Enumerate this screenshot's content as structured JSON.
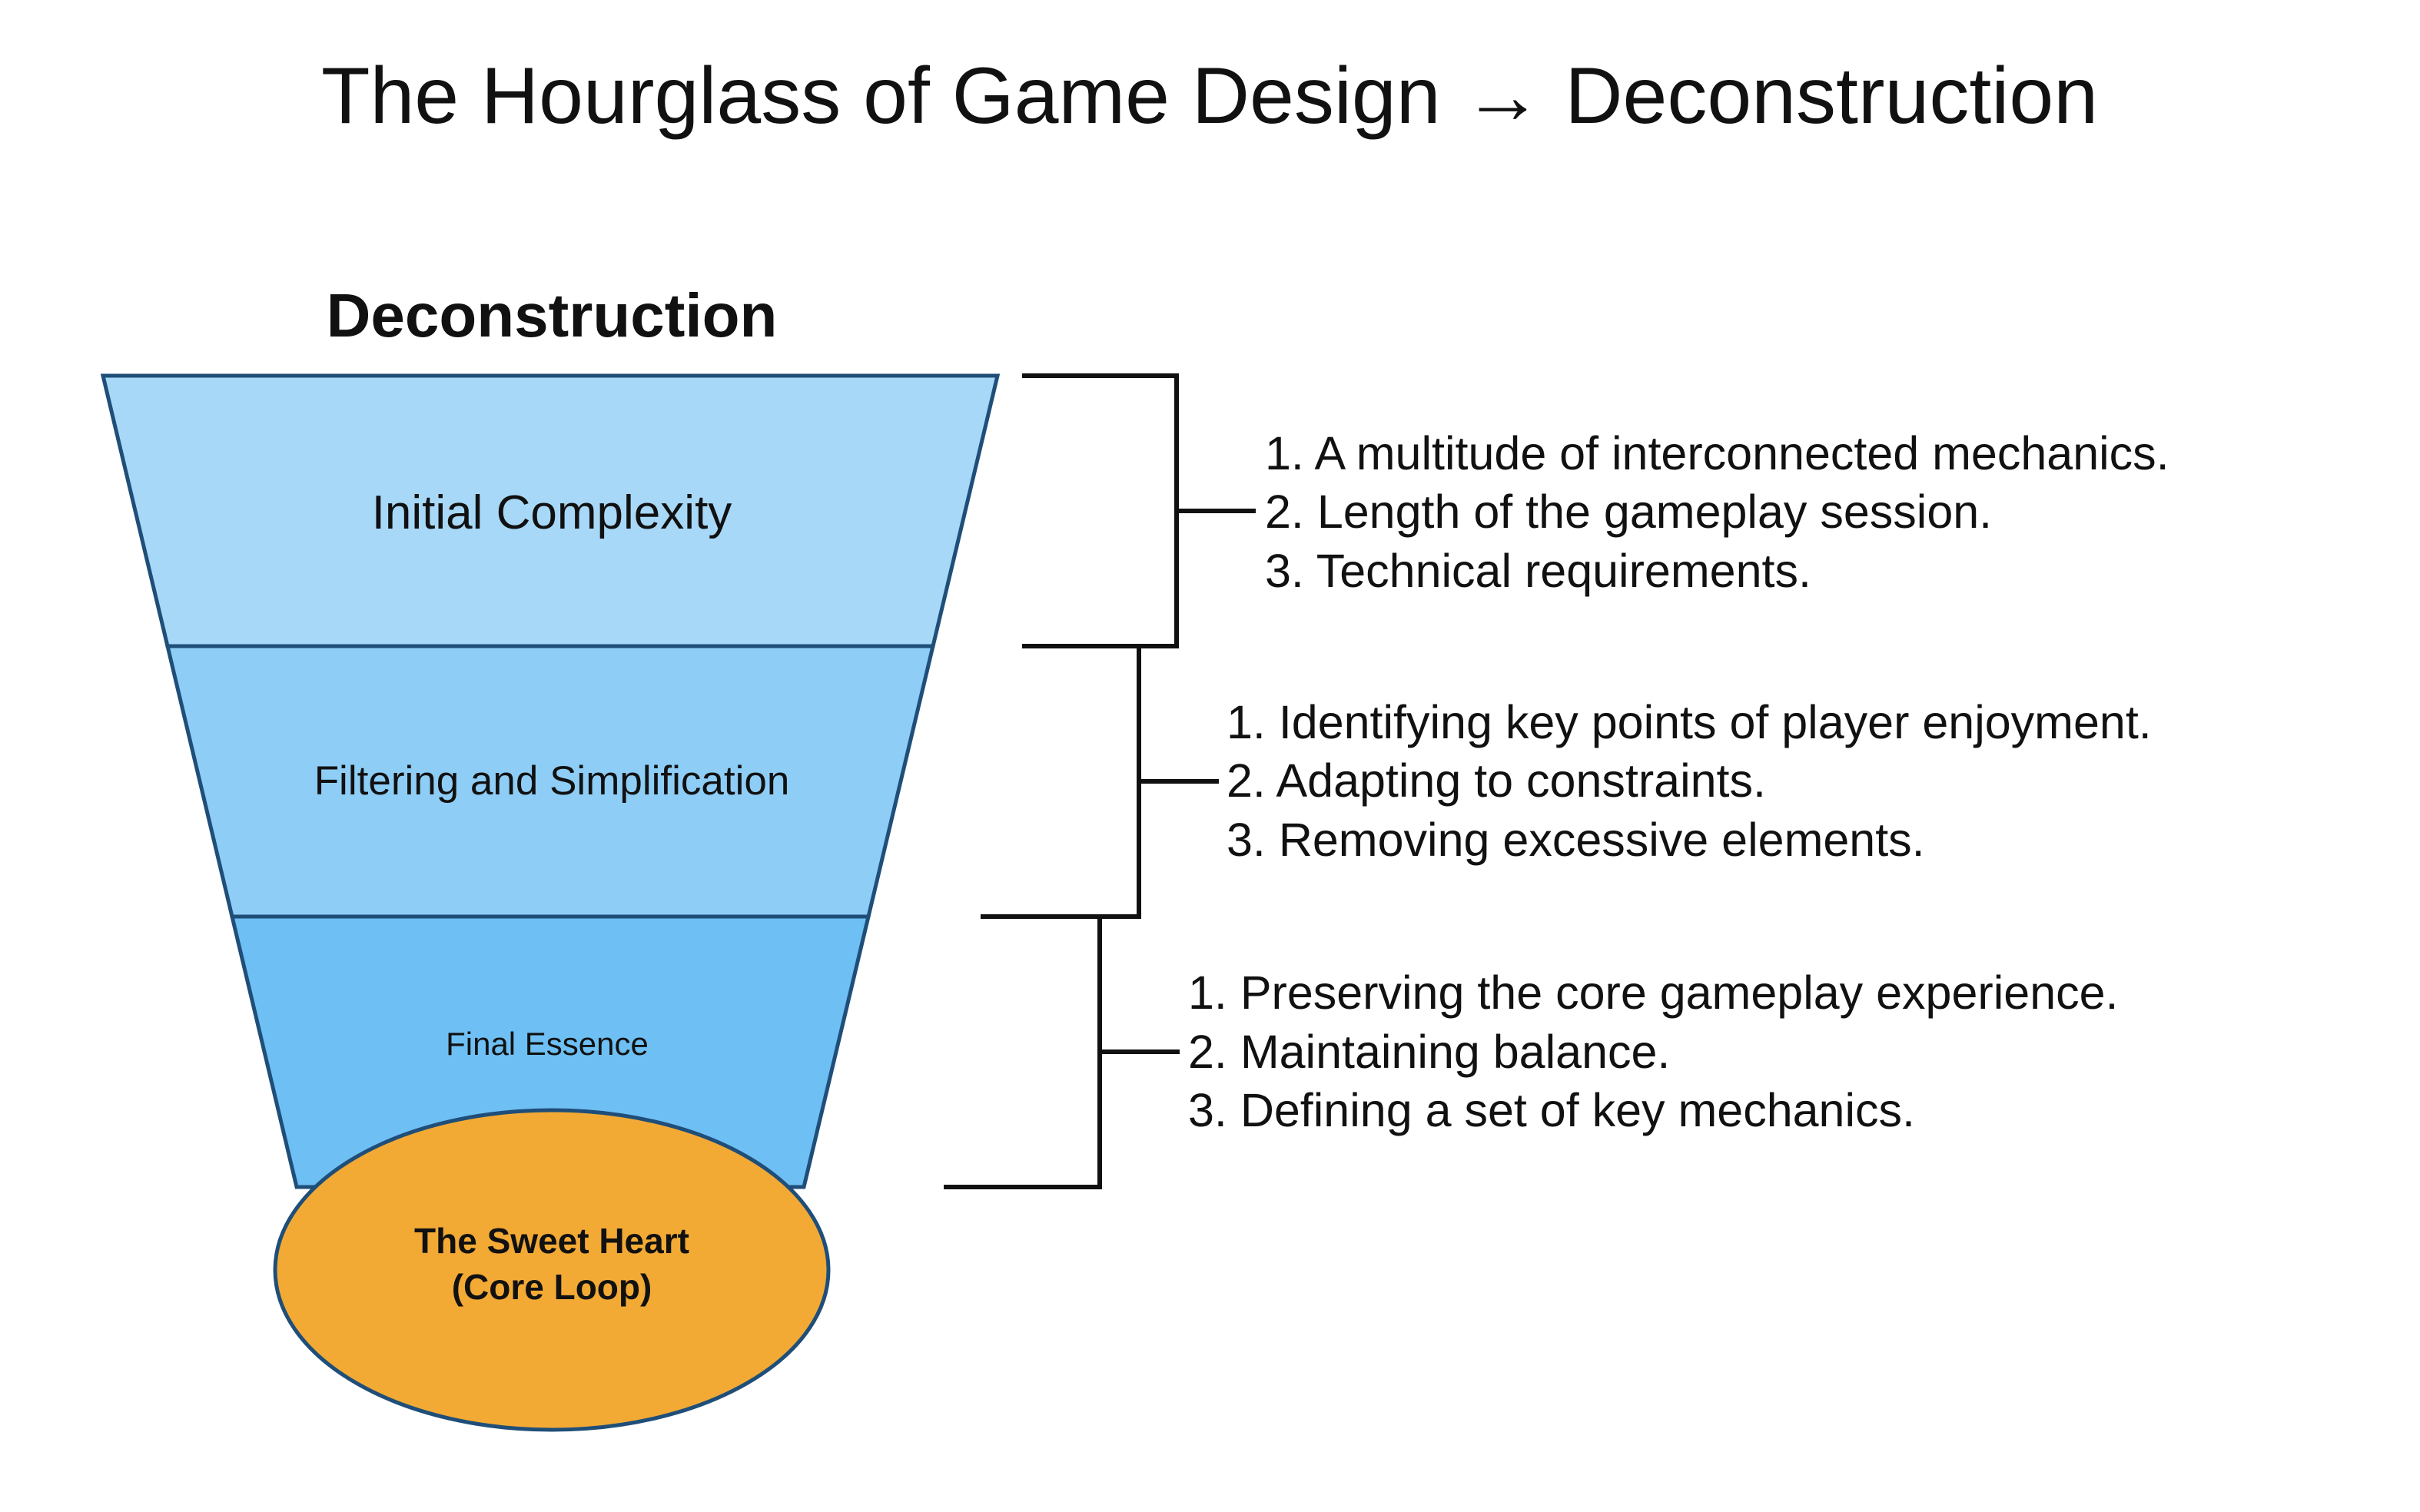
{
  "title": "The Hourglass of Game Design → Deconstruction",
  "heading": "Deconstruction",
  "colors": {
    "stage_1_fill": "#A8D8F8",
    "stage_2_fill": "#8ECDF6",
    "stage_3_fill": "#6EC0F4",
    "stage_outline": "#1F4E79",
    "core_fill": "#F2AA35",
    "core_outline": "#1F4E79",
    "bracket_color": "#111111"
  },
  "stages": [
    {
      "label": "Initial Complexity",
      "items": [
        "1. A multitude of interconnected mechanics.",
        "2. Length of the gameplay session.",
        "3. Technical requirements."
      ]
    },
    {
      "label": "Filtering and Simplification",
      "items": [
        "1. Identifying key points of player enjoyment.",
        "2. Adapting to constraints.",
        "3. Removing excessive elements."
      ]
    },
    {
      "label": "Final Essence",
      "items": [
        "1. Preserving the core gameplay experience.",
        "2. Maintaining balance.",
        "3. Defining a set of key mechanics."
      ]
    }
  ],
  "core": {
    "line1": "The Sweet Heart",
    "line2": "(Core Loop)"
  }
}
